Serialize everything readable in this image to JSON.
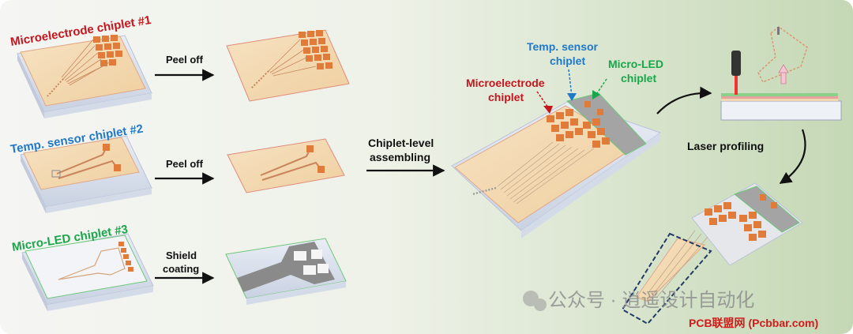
{
  "colors": {
    "red": "#c4161c",
    "blue": "#1f78c8",
    "green": "#1aa64a",
    "black": "#111111",
    "orange_pad": "#e07b39",
    "substrate": "#f3d6b0",
    "shield_gray": "#8a8a8a",
    "bg_green": "#c9d9b9"
  },
  "labels": {
    "chiplet1": "Microelectrode chiplet #1",
    "chiplet2": "Temp. sensor chiplet #2",
    "chiplet3": "Micro-LED chiplet #3",
    "peel1": "Peel off",
    "peel2": "Peel off",
    "shield_line1": "Shield",
    "shield_line2": "coating",
    "assemble_line1": "Chiplet-level",
    "assemble_line2": "assembling",
    "temp_line1": "Temp. sensor",
    "temp_line2": "chiplet",
    "led_line1": "Micro-LED",
    "led_line2": "chiplet",
    "micro_line1": "Microelectrode",
    "micro_line2": "chiplet",
    "laser": "Laser profiling"
  },
  "watermark": {
    "wechat": "公众号 · 逍遥设计自动化",
    "site": "PCB联盟网 (Pcbbar.com)"
  }
}
